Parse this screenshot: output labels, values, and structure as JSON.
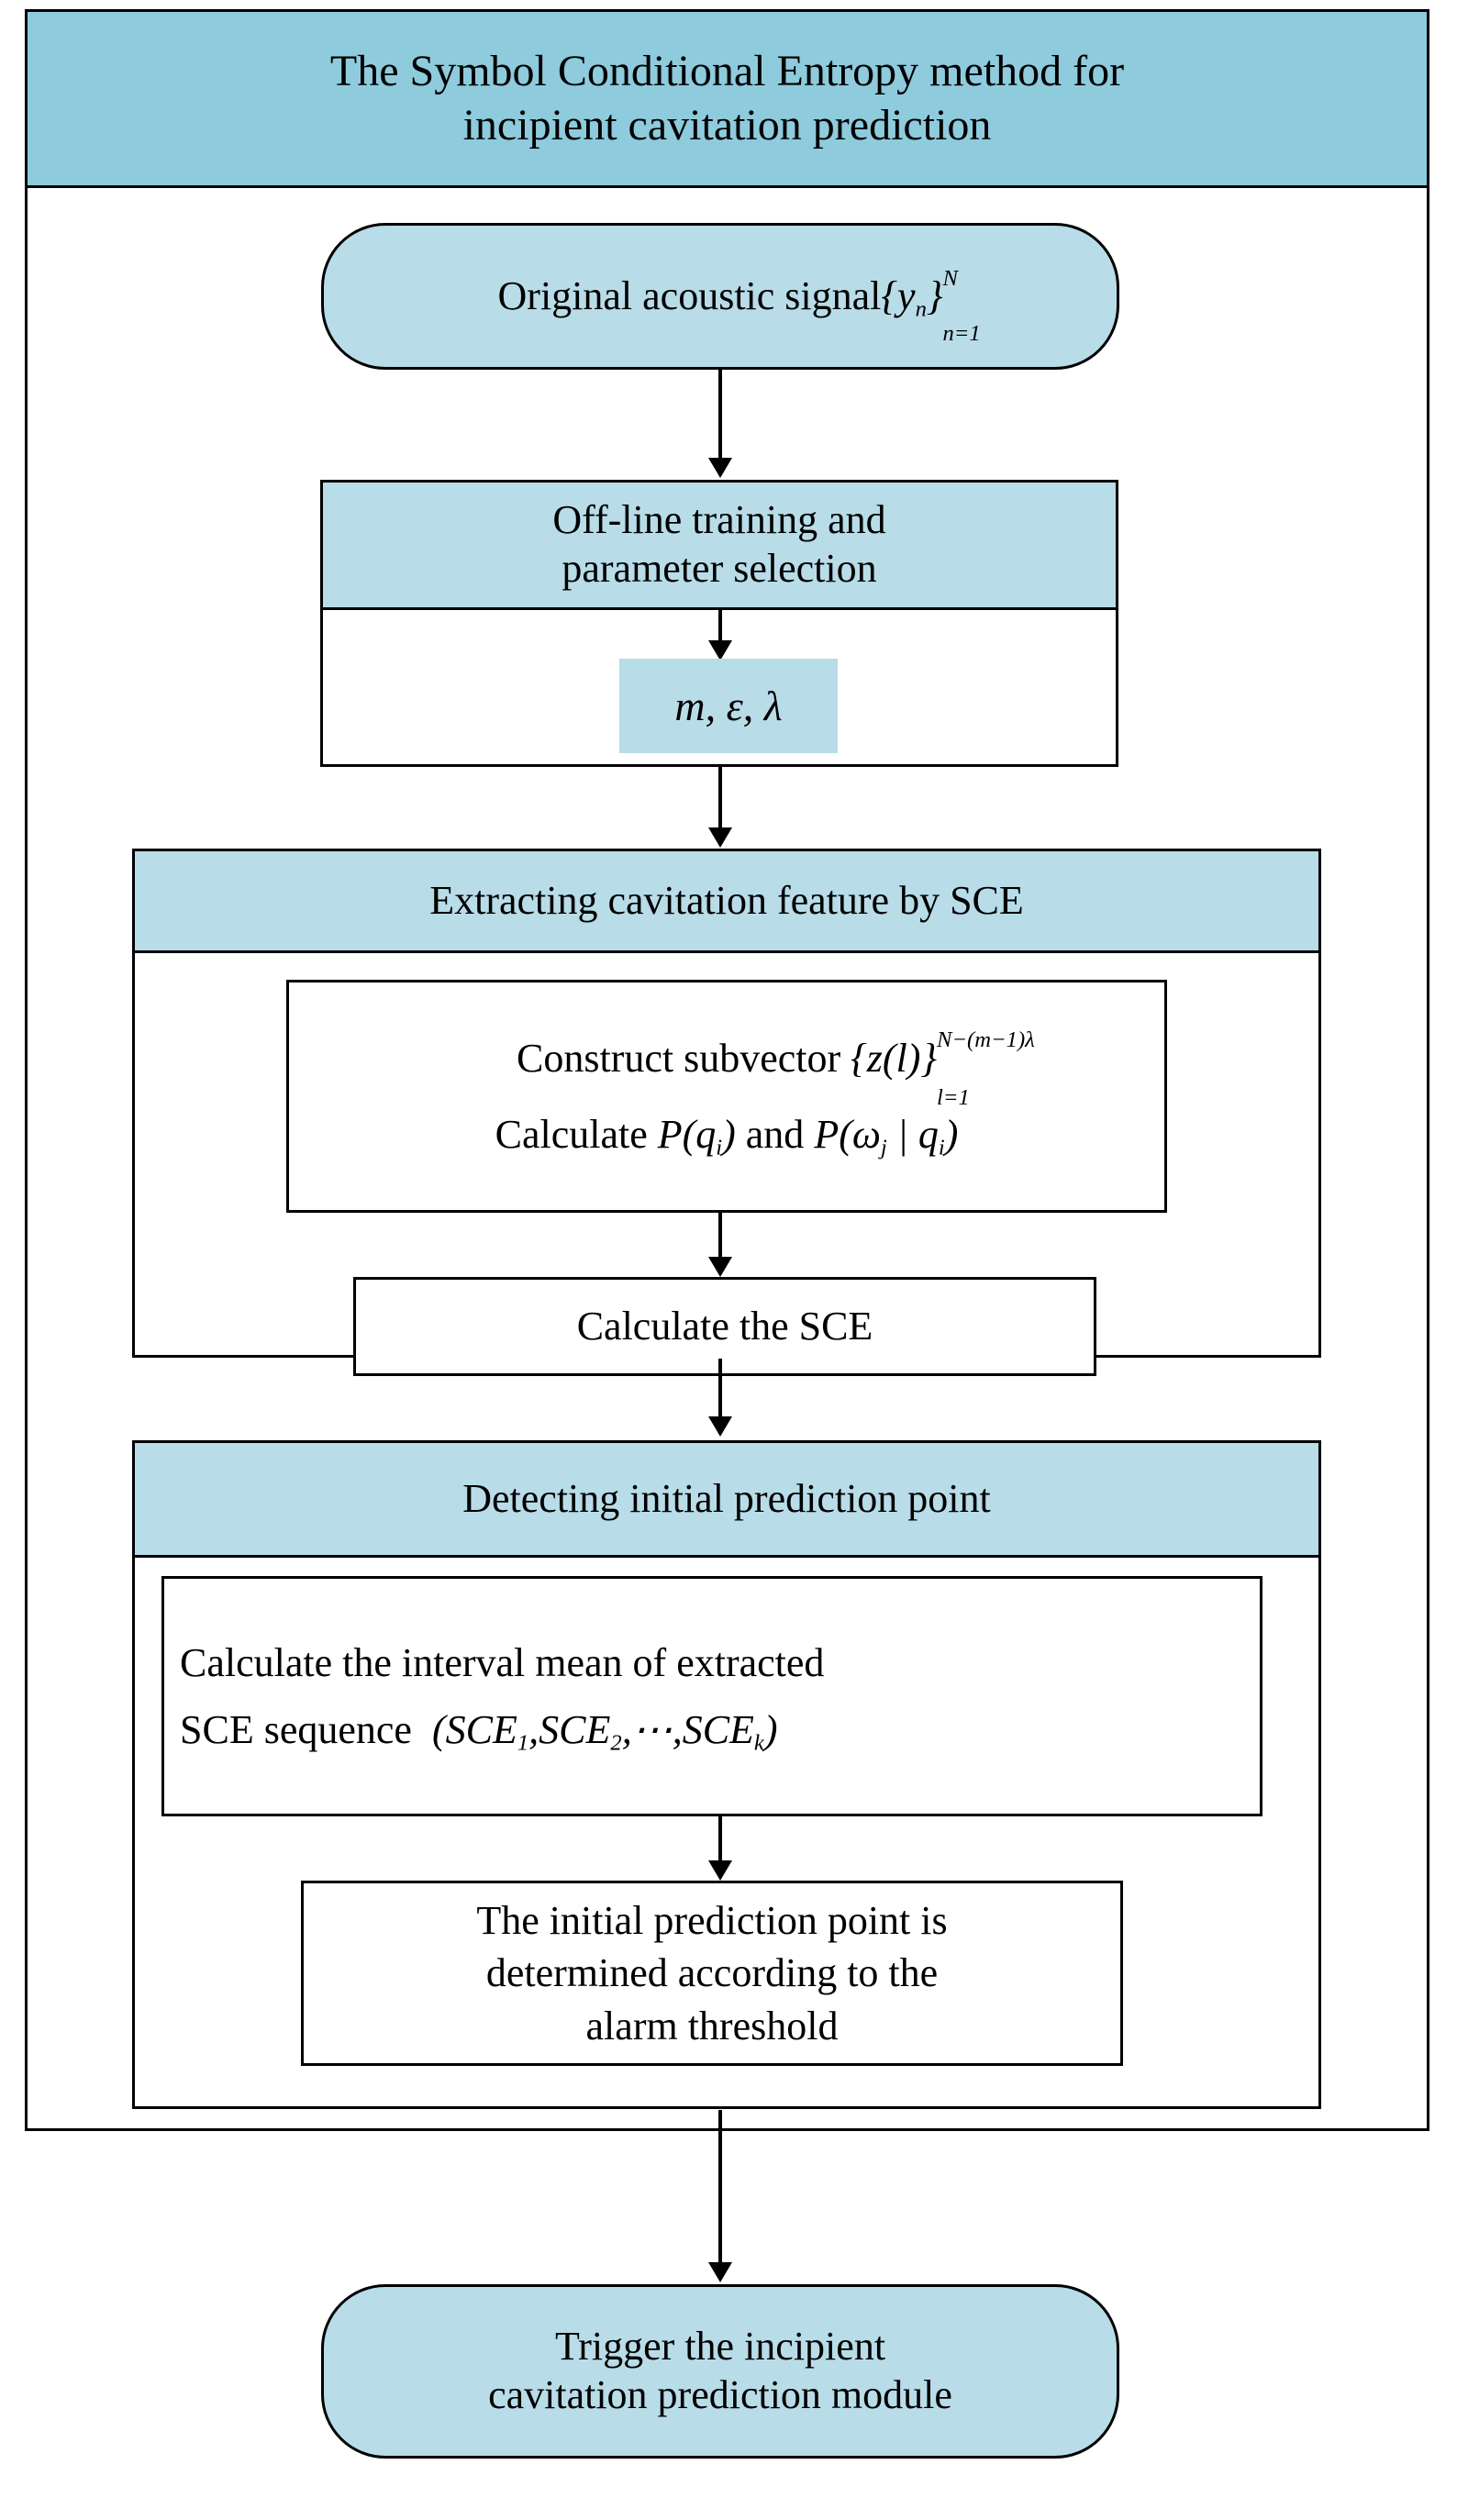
{
  "figure": {
    "kind": "flowchart",
    "title_line_1": "The Symbol Conditional Entropy method for",
    "title_line_2": "incipient cavitation prediction",
    "colors": {
      "title_fill": "#8ECBDD",
      "node_fill": "#B8DCE8",
      "stroke": "#000000",
      "background": "#FFFFFF"
    }
  },
  "nodes": {
    "start": {
      "type": "terminal",
      "text_prefix": "Original acoustic signal",
      "math_set_open": "{",
      "math_var": "y",
      "math_var_sub": "n",
      "math_set_close": "}",
      "math_sup": "N",
      "math_sub": "n=1"
    },
    "offline": {
      "type": "section",
      "header_line_1": "Off-line training and",
      "header_line_2": "parameter selection",
      "params": "m, ε, λ"
    },
    "extract": {
      "type": "section",
      "header": "Extracting cavitation feature by SCE",
      "sub_nodes": {
        "construct": {
          "line_1_text": "Construct subvector",
          "line_1_math_open": "{z(l)}",
          "line_1_sup": "N−(m−1)λ",
          "line_1_sub": "l=1",
          "line_2_text": "Calculate",
          "line_2_math_a": "P(q",
          "line_2_math_a_sub": "i",
          "line_2_math_a_close": ")",
          "line_2_and": "and",
          "line_2_math_b_open": "P(ω",
          "line_2_math_b_sub": "j",
          "line_2_math_b_mid": " | q",
          "line_2_math_b_sub2": "i",
          "line_2_math_b_close": ")"
        },
        "calc_sce": {
          "text": "Calculate the SCE"
        }
      }
    },
    "detect": {
      "type": "section",
      "header": "Detecting initial prediction point",
      "sub_nodes": {
        "interval_mean": {
          "line_1": "Calculate the interval mean of extracted",
          "line_2_text": "SCE sequence",
          "line_2_math_open": "(SCE",
          "line_2_sub_1": "1",
          "line_2_sep_1": ",SCE",
          "line_2_sub_2": "2",
          "line_2_sep_2": ",⋯,SCE",
          "line_2_sub_k": "k",
          "line_2_close": ")"
        },
        "threshold": {
          "line_1": "The initial prediction point is",
          "line_2": "determined according to the",
          "line_3": "alarm threshold"
        }
      }
    },
    "end": {
      "type": "terminal",
      "line_1": "Trigger the incipient",
      "line_2": "cavitation prediction module"
    }
  },
  "arrows": [
    {
      "name": "start-to-offline",
      "from": "start",
      "to": "offline"
    },
    {
      "name": "offline-header-to-params",
      "from": "offline-header",
      "to": "offline-params"
    },
    {
      "name": "offline-to-extract",
      "from": "offline",
      "to": "extract"
    },
    {
      "name": "construct-to-calc-sce",
      "from": "construct",
      "to": "calc-sce"
    },
    {
      "name": "extract-to-detect",
      "from": "extract",
      "to": "detect"
    },
    {
      "name": "interval-mean-to-threshold",
      "from": "interval-mean",
      "to": "threshold"
    },
    {
      "name": "detect-to-end",
      "from": "detect",
      "to": "end"
    }
  ]
}
